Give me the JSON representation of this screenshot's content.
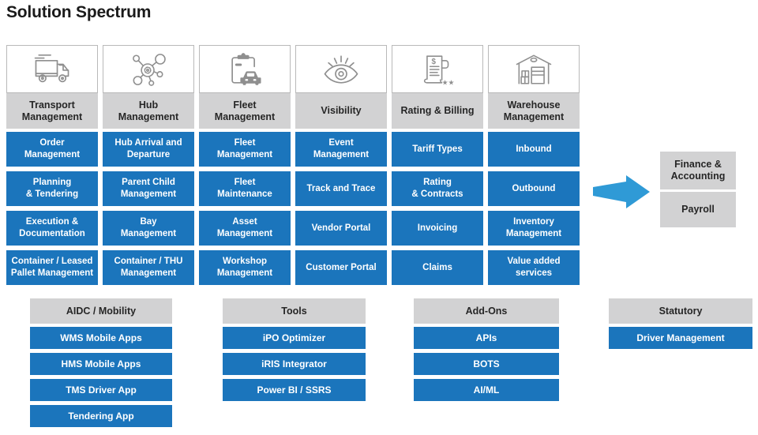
{
  "page": {
    "title": "Solution Spectrum"
  },
  "palette": {
    "cell_blue": "#1b75bc",
    "header_gray": "#d2d2d3",
    "arrow_blue": "#2f9ad6",
    "icon_gray": "#8f8f8f"
  },
  "grid": {
    "columns": [
      {
        "icon": "truck-icon",
        "label": "Transport\nManagement",
        "items": [
          "Order\nManagement",
          "Planning\n& Tendering",
          "Execution &\nDocumentation",
          "Container / Leased\nPallet Management"
        ]
      },
      {
        "icon": "hub-network-icon",
        "label": "Hub\nManagement",
        "items": [
          "Hub Arrival and\nDeparture",
          "Parent Child\nManagement",
          "Bay\nManagement",
          "Container / THU\nManagement"
        ]
      },
      {
        "icon": "clipboard-car-icon",
        "label": "Fleet\nManagement",
        "items": [
          "Fleet\nManagement",
          "Fleet\nMaintenance",
          "Asset\nManagement",
          "Workshop\nManagement"
        ]
      },
      {
        "icon": "eye-icon",
        "label": "Visibility",
        "items": [
          "Event\nManagement",
          "Track and Trace",
          "Vendor Portal",
          "Customer Portal"
        ]
      },
      {
        "icon": "invoice-stars-icon",
        "label": "Rating & Billing",
        "items": [
          "Tariff Types",
          "Rating\n& Contracts",
          "Invoicing",
          "Claims"
        ]
      },
      {
        "icon": "warehouse-icon",
        "label": "Warehouse\nManagement",
        "items": [
          "Inbound",
          "Outbound",
          "Inventory\nManagement",
          "Value added\nservices"
        ]
      }
    ]
  },
  "side": {
    "arrow_icon": "right-arrow-icon",
    "boxes": [
      "Finance &\nAccounting",
      "Payroll"
    ]
  },
  "groups": [
    {
      "title": "AIDC / Mobility",
      "items": [
        "WMS Mobile Apps",
        "HMS Mobile Apps",
        "TMS Driver App",
        "Tendering App"
      ]
    },
    {
      "title": "Tools",
      "items": [
        "iPO Optimizer",
        "iRIS Integrator",
        "Power BI / SSRS"
      ]
    },
    {
      "title": "Add-Ons",
      "items": [
        "APIs",
        "BOTS",
        "AI/ML"
      ]
    },
    {
      "title": "Statutory",
      "items": [
        "Driver Management"
      ]
    }
  ]
}
